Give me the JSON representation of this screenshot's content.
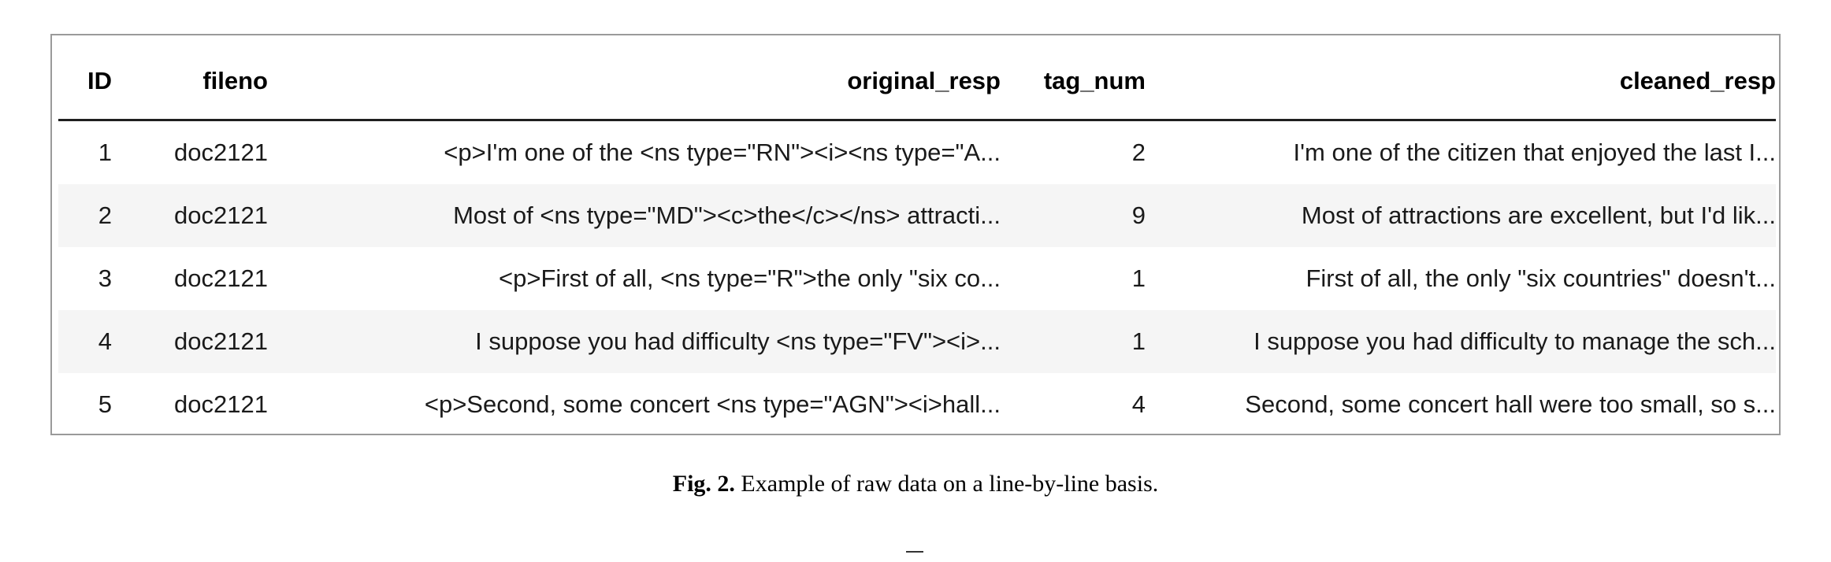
{
  "table": {
    "headers": {
      "id": "ID",
      "fileno": "fileno",
      "original_resp": "original_resp",
      "tag_num": "tag_num",
      "cleaned_resp": "cleaned_resp"
    },
    "rows": [
      {
        "id": "1",
        "fileno": "doc2121",
        "original_resp": "<p>I'm one of the <ns type=\"RN\"><i><ns type=\"A...",
        "tag_num": "2",
        "cleaned_resp": "I'm one of the citizen that enjoyed the last I..."
      },
      {
        "id": "2",
        "fileno": "doc2121",
        "original_resp": "Most of <ns type=\"MD\"><c>the</c></ns> attracti...",
        "tag_num": "9",
        "cleaned_resp": "Most of attractions are excellent, but I'd lik..."
      },
      {
        "id": "3",
        "fileno": "doc2121",
        "original_resp": "<p>First of all, <ns type=\"R\">the only \"six co...",
        "tag_num": "1",
        "cleaned_resp": "First of all, the only \"six countries\" doesn't..."
      },
      {
        "id": "4",
        "fileno": "doc2121",
        "original_resp": "I suppose you had difficulty <ns type=\"FV\"><i>...",
        "tag_num": "1",
        "cleaned_resp": "I suppose you had difficulty to manage the sch..."
      },
      {
        "id": "5",
        "fileno": "doc2121",
        "original_resp": "<p>Second, some concert <ns type=\"AGN\"><i>hall...",
        "tag_num": "4",
        "cleaned_resp": "Second, some concert hall were too small, so s..."
      }
    ]
  },
  "caption": {
    "label": "Fig. 2.",
    "text": "Example of raw data on a line-by-line basis."
  }
}
